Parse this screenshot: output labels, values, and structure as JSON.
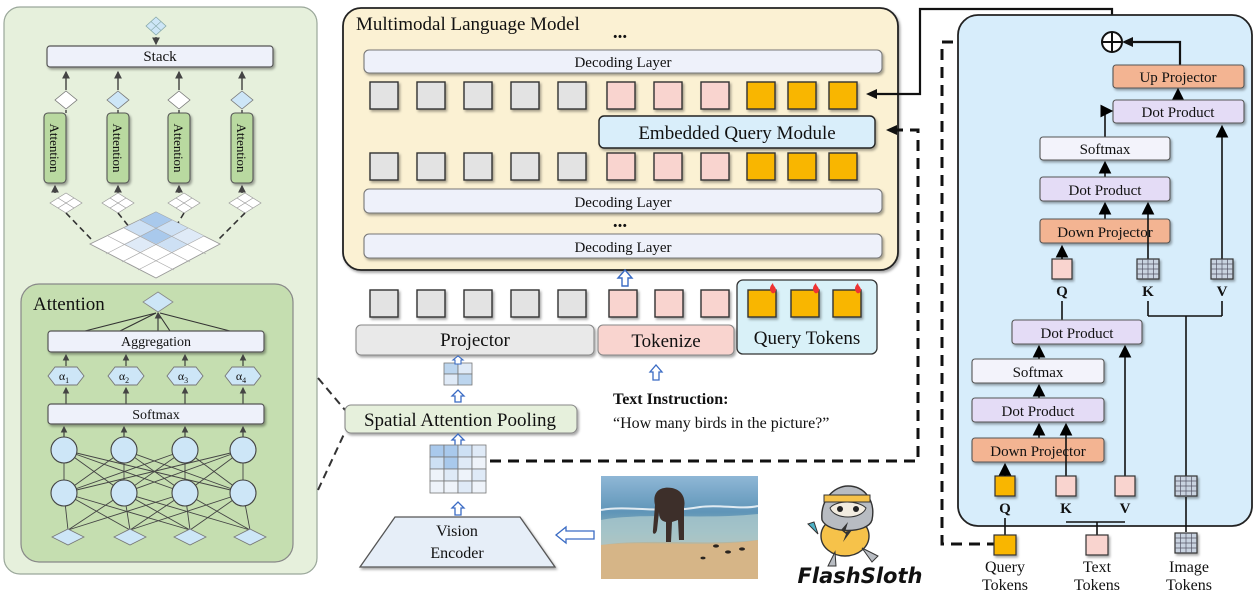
{
  "left_panel": {
    "stack_label": "Stack",
    "attention_tower_label": "Attention",
    "inner_title": "Attention",
    "aggregation_label": "Aggregation",
    "softmax_label": "Softmax",
    "alphas": [
      "α1",
      "α2",
      "α3",
      "α4"
    ],
    "alpha_base": "α",
    "alpha_subs": [
      "1",
      "2",
      "3",
      "4"
    ]
  },
  "mlm": {
    "title": "Multimodal Language Model",
    "decoding_layer_label": "Decoding Layer",
    "ellipsis": "...",
    "embedded_query_module_label": "Embedded Query Module"
  },
  "input_row": {
    "projector_label": "Projector",
    "tokenize_label": "Tokenize",
    "query_tokens_label": "Query Tokens"
  },
  "spatial_attention_pooling_label": "Spatial Attention Pooling",
  "vision_encoder_label_line1": "Vision",
  "vision_encoder_label_line2": "Encoder",
  "text_instruction": {
    "label": "Text Instruction:",
    "text": "“How many birds in the picture?”"
  },
  "logo_text": "FlashSloth",
  "right_panel": {
    "up_projector": "Up Projector",
    "dot_product": "Dot Product",
    "softmax": "Softmax",
    "down_projector": "Down Projector",
    "q": "Q",
    "k": "K",
    "v": "V",
    "plus_symbol": "⊕",
    "query_tokens_line1": "Query",
    "query_tokens_line2": "Tokens",
    "text_tokens_line1": "Text",
    "text_tokens_line2": "Tokens",
    "image_tokens_line1": "Image",
    "image_tokens_line2": "Tokens"
  },
  "colors": {
    "left_panel_bg": "#e6f0dc",
    "attention_box_bg": "#c5deb0",
    "attention_green": "#b9d9a0",
    "mlm_bg": "#fbf1d3",
    "right_bg": "#d7edfb",
    "gray_token": "#e3e3e3",
    "pink_token": "#f9d4cf",
    "query_token": "#f9b600",
    "down_projector": "#f3b492",
    "dot_product": "#e4dcf6",
    "softmax": "#f3f3fb",
    "embedded_query": "#d9eefa",
    "query_tokens_box": "#d9f1f8",
    "diamond_blue": "#cde6f7"
  }
}
